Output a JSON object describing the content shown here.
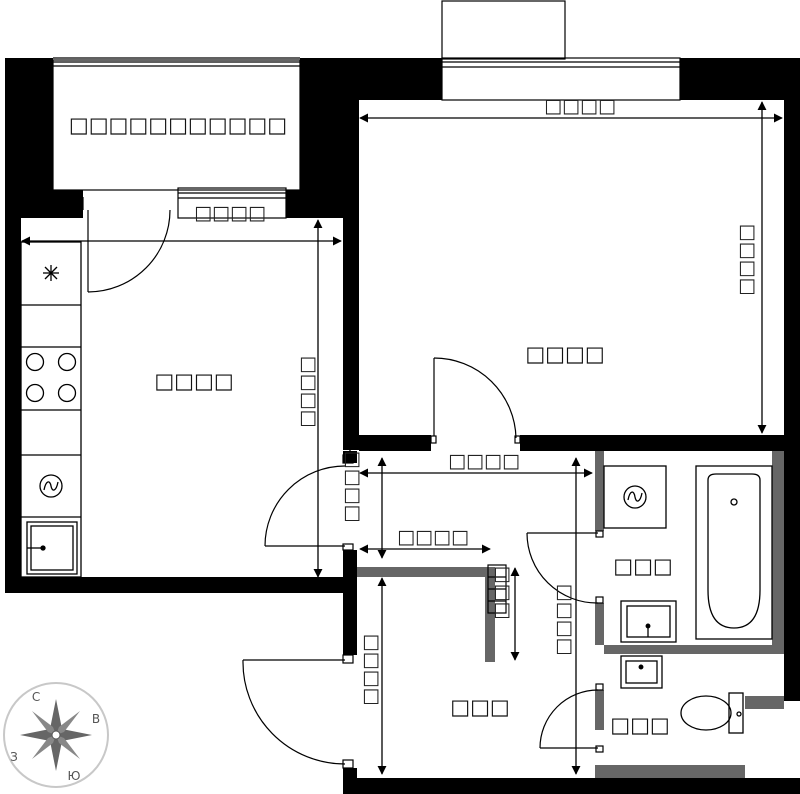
{
  "rooms": {
    "balcony": "□□□□□□□□□□□",
    "kitchen": "□□□□",
    "living": "□□□□",
    "bathroom": "□□□",
    "hall": "□□□",
    "toilet": "□□□"
  },
  "dimensions": {
    "balcony_door_width": "□□□□",
    "living_width": "□□□□",
    "living_height": "□□□□",
    "kitchen_height": "□□□□",
    "corridor_width": "□□□□",
    "entry_height": "□□□□",
    "hall_width": "□□□□",
    "wardrobe_depth": "□□□",
    "bath_block_height": "□□□□",
    "hall_height": "□□□□"
  },
  "compass": {
    "north": "С",
    "east": "В",
    "south": "Ю",
    "west": "З"
  },
  "colors": {
    "wall": "#000000",
    "partition": "#666666",
    "ink": "#111111"
  }
}
